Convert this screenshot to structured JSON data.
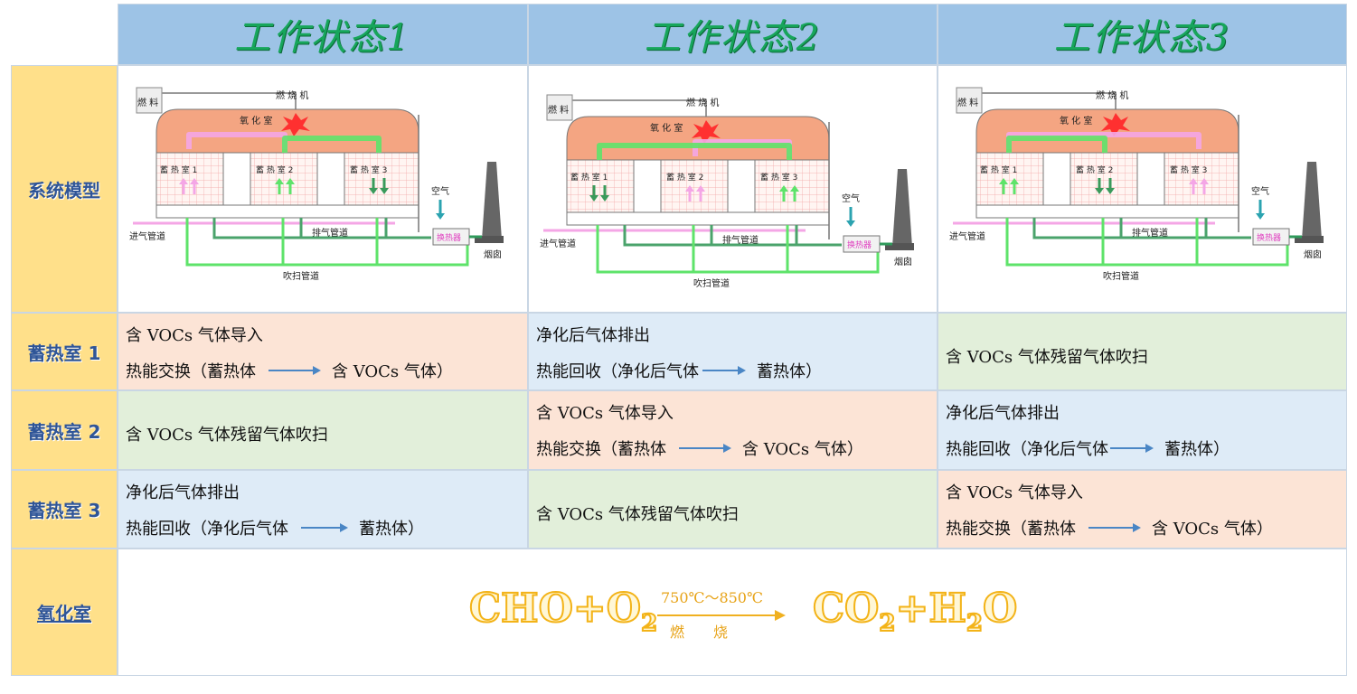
{
  "headers": [
    "工作状态1",
    "工作状态2",
    "工作状态3"
  ],
  "row_headers": [
    "系统模型",
    "蓄热室 1",
    "蓄热室 2",
    "蓄热室 3",
    "氧化室"
  ],
  "diagram_labels": {
    "burner": "燃 烧 机",
    "fuel": "燃 料",
    "oxidation_chamber": "氧 化 室",
    "chamber1": "蓄 热 室 1",
    "chamber2": "蓄 热 室 2",
    "chamber3": "蓄 热 室 3",
    "air": "空气",
    "inlet_pipe": "进气管道",
    "exhaust_pipe": "排气管道",
    "purge_pipe": "吹扫管道",
    "heat_exchanger": "换热器",
    "chimney": "烟囱"
  },
  "cells": {
    "s1_c1": {
      "line1": "含 VOCs 气体导入",
      "line2a": "热能交换（蓄热体",
      "line2b": "含 VOCs 气体）"
    },
    "s2_c1": {
      "line1": "净化后气体排出",
      "line2a": "热能回收（净化后气体",
      "line2b": "蓄热体）"
    },
    "s3_c1": {
      "single": "含 VOCs 气体残留气体吹扫"
    },
    "s1_c2": {
      "single": "含 VOCs 气体残留气体吹扫"
    },
    "s2_c2": {
      "line1": "含 VOCs 气体导入",
      "line2a": "热能交换（蓄热体",
      "line2b": "含 VOCs 气体）"
    },
    "s3_c2": {
      "line1": "净化后气体排出",
      "line2a": "热能回收（净化后气体",
      "line2b": "蓄热体）"
    },
    "s1_c3": {
      "line1": "净化后气体排出",
      "line2a": "热能回收（净化后气体",
      "line2b": "蓄热体）"
    },
    "s2_c3": {
      "single": "含 VOCs 气体残留气体吹扫"
    },
    "s3_c3": {
      "line1": "含 VOCs 气体导入",
      "line2a": "热能交换（蓄热体",
      "line2b": "含 VOCs 气体）"
    }
  },
  "reaction": {
    "reactant_a": "CHO+O",
    "reactant_sub": "2",
    "temperature": "750℃～850℃",
    "condition": "燃　　烧",
    "product_a": "CO",
    "product_sub1": "2",
    "product_b": "+H",
    "product_sub2": "2",
    "product_c": "O"
  },
  "colors": {
    "header_bg": "#9dc3e6",
    "header_text": "#17a65b",
    "row_header_bg": "#ffe08a",
    "row_header_text": "#2f5597",
    "peach": "#fce4d6",
    "blue": "#deebf7",
    "green": "#e2efda",
    "flow_in": "#f4a6e6",
    "flow_out": "#3a9a5b",
    "purge": "#5ee36a"
  }
}
